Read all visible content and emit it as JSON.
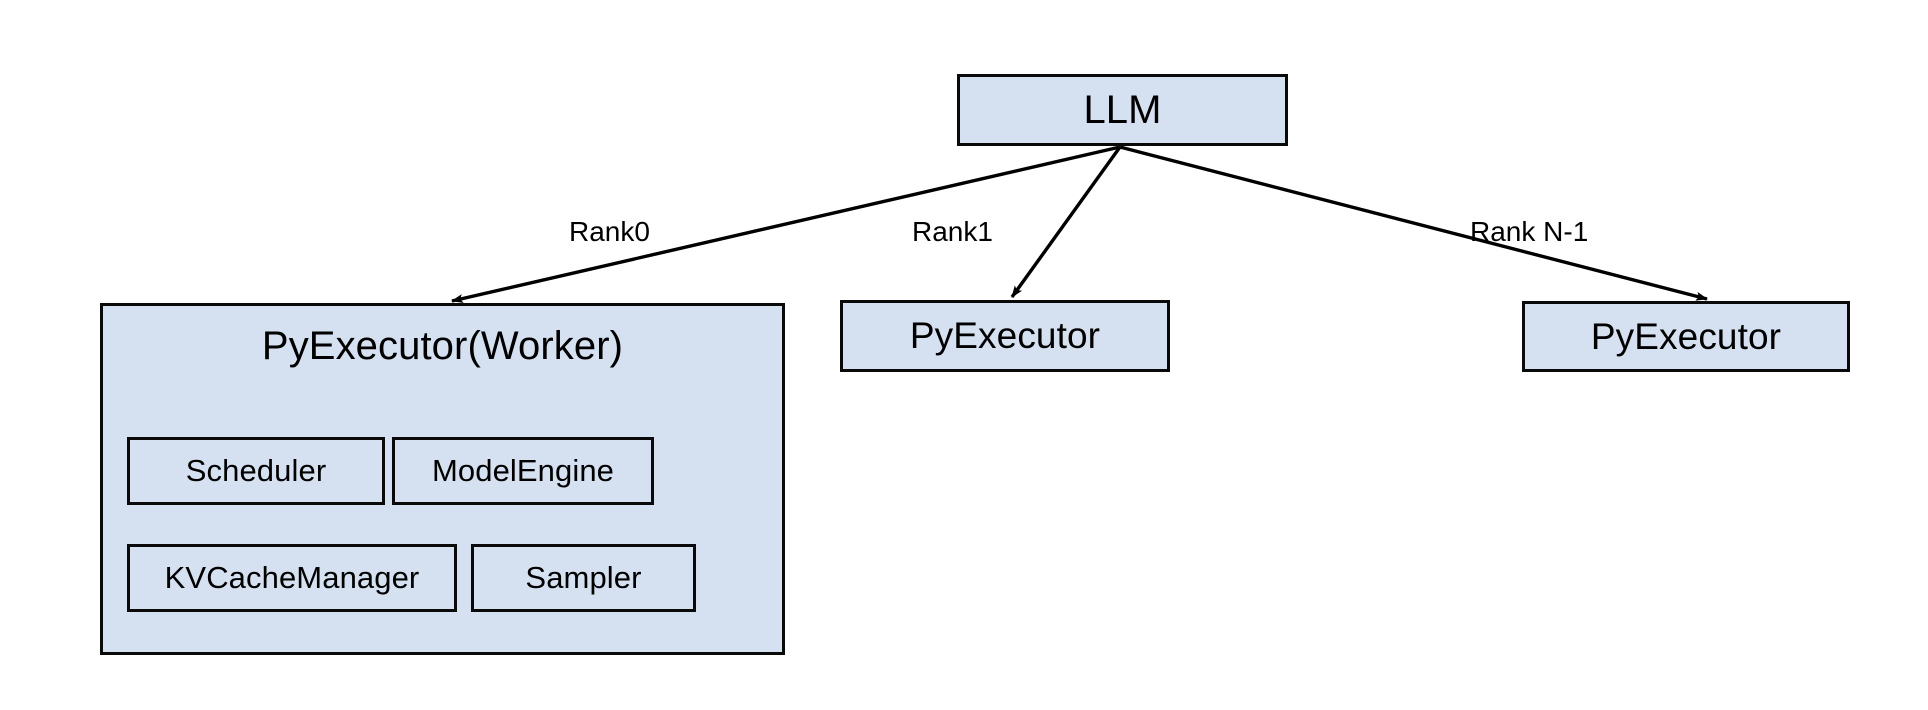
{
  "diagram": {
    "title": "LLM multi-rank PyExecutor architecture",
    "background_color": "#ffffff",
    "node_fill_color": "#d5e0f0",
    "node_border_color": "#0a0a0a",
    "edge_color": "#000000",
    "text_color": "#000000"
  },
  "nodes": {
    "llm": {
      "label": "LLM"
    },
    "worker": {
      "label": "PyExecutor(Worker)"
    },
    "executor_rank1": {
      "label": "PyExecutor"
    },
    "executor_rankn": {
      "label": "PyExecutor"
    },
    "subcomponents": [
      {
        "id": "scheduler",
        "label": "Scheduler"
      },
      {
        "id": "model-engine",
        "label": "ModelEngine"
      },
      {
        "id": "kv-cache-manager",
        "label": "KVCacheManager"
      },
      {
        "id": "sampler",
        "label": "Sampler"
      }
    ]
  },
  "edges": [
    {
      "id": "edge-rank0",
      "label": "Rank0",
      "from": "llm",
      "to": "worker"
    },
    {
      "id": "edge-rank1",
      "label": "Rank1",
      "from": "llm",
      "to": "executor_rank1"
    },
    {
      "id": "edge-rankn",
      "label": "Rank N-1",
      "from": "llm",
      "to": "executor_rankn"
    }
  ]
}
